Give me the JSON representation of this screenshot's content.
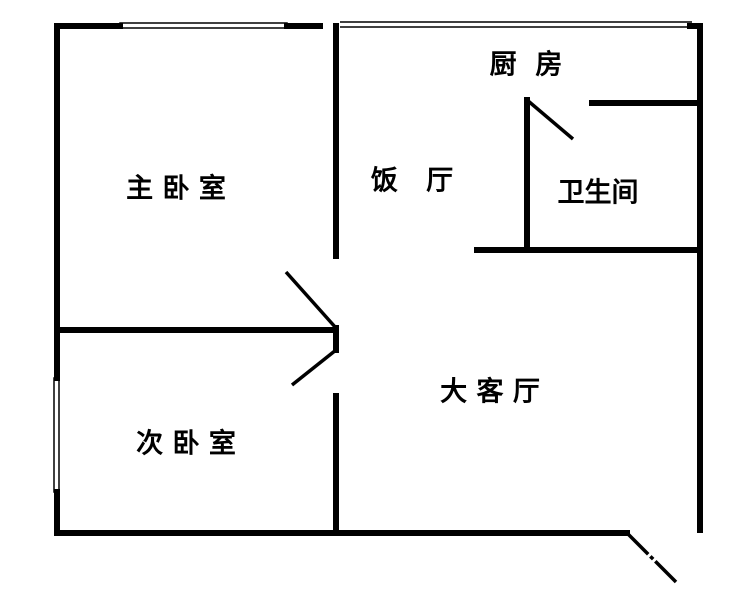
{
  "rooms": {
    "kitchen": "厨  房",
    "master_bedroom": "主 卧 室",
    "dining_room": "饭   厅",
    "bathroom": "卫生间",
    "living_room": "大 客 厅",
    "second_bedroom": "次 卧 室"
  },
  "colors": {
    "wall": "#000000",
    "background": "#ffffff"
  }
}
